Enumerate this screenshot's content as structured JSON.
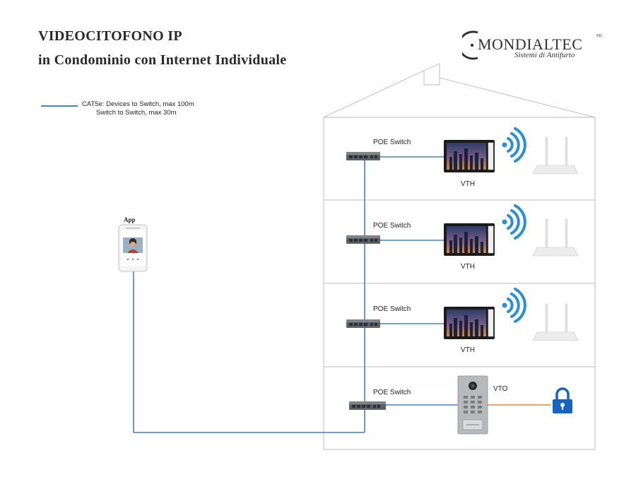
{
  "header": {
    "title": "VIDEOCITOFONO IP",
    "subtitle": "in Condominio con Internet Individuale"
  },
  "logo": {
    "brand": "MONDIALTEC",
    "superscript": "SD",
    "tagline": "Sistemi di Antifurto"
  },
  "legend": {
    "line1": "CAT5e: Devices to Switch, max 100m",
    "line2": "Switch to Switch, max 30m",
    "color": "#4a7fc1"
  },
  "app": {
    "label": "App"
  },
  "floors": [
    {
      "switch_label": "POE Switch",
      "device_label": "VTH"
    },
    {
      "switch_label": "POE Switch",
      "device_label": "VTH"
    },
    {
      "switch_label": "POE Switch",
      "device_label": "VTH"
    },
    {
      "switch_label": "POE Switch",
      "device_label": "VTO"
    }
  ],
  "colors": {
    "cable": "#4a7fc1",
    "lock_cable": "#e8893a",
    "lock": "#1565c0",
    "wifi": "#2b8fd6"
  }
}
